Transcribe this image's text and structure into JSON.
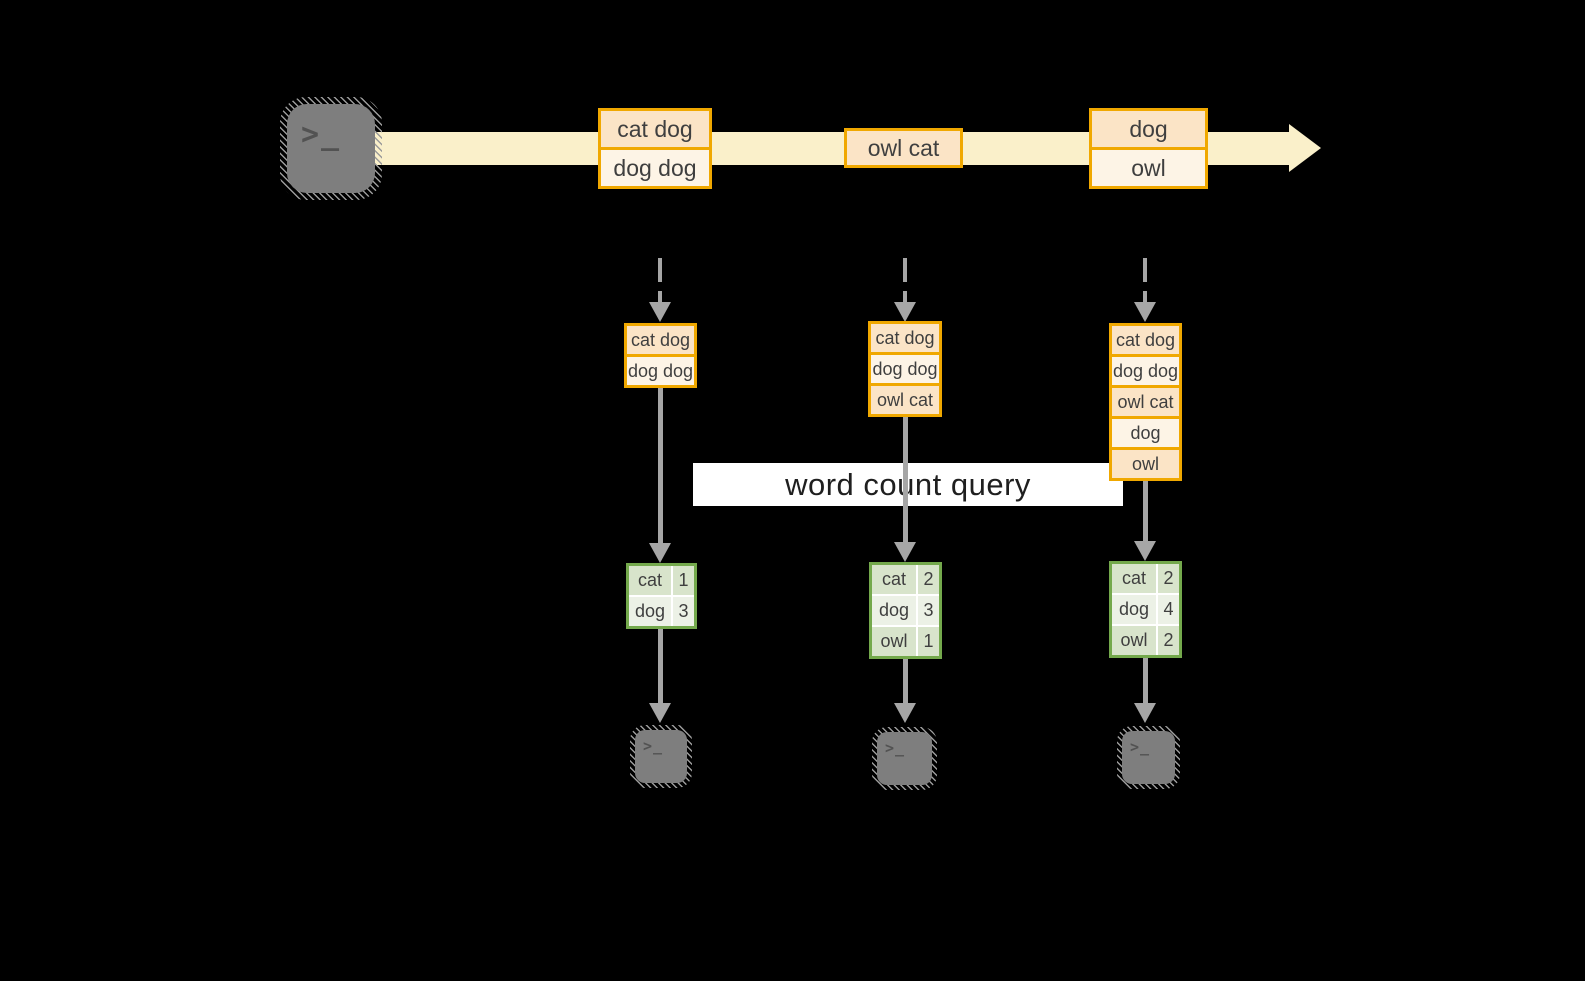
{
  "colors": {
    "canvas-bg": "#000000",
    "stream-fill": "#FAF0CA",
    "box-border": "#F0A800",
    "cell-peach": "#FBE4C6",
    "cell-cream": "#FDF4E6",
    "table-border": "#74A94C",
    "cell-green-dark": "#D8E4CB",
    "cell-green-light": "#ECF1E6",
    "arrow-gray": "#A6A6A6",
    "terminal-gray": "#7E7E7E",
    "terminal-glyph": "#525252",
    "text-dark": "#3F3F3F",
    "query-bg": "#FFFFFF",
    "query-text": "#1F1F1F"
  },
  "icons": {
    "terminal_glyph": ">_"
  },
  "query_label": "word count query",
  "stream": {
    "events": [
      {
        "lines": [
          "cat dog",
          "dog dog"
        ]
      },
      {
        "lines": [
          "owl cat"
        ]
      },
      {
        "lines": [
          "dog",
          "owl"
        ]
      }
    ]
  },
  "columns": [
    {
      "buffer": [
        "cat dog",
        "dog dog"
      ],
      "counts": [
        {
          "word": "cat",
          "count": "1"
        },
        {
          "word": "dog",
          "count": "3"
        }
      ]
    },
    {
      "buffer": [
        "cat dog",
        "dog dog",
        "owl cat"
      ],
      "counts": [
        {
          "word": "cat",
          "count": "2"
        },
        {
          "word": "dog",
          "count": "3"
        },
        {
          "word": "owl",
          "count": "1"
        }
      ]
    },
    {
      "buffer": [
        "cat dog",
        "dog dog",
        "owl cat",
        "dog",
        "owl"
      ],
      "counts": [
        {
          "word": "cat",
          "count": "2"
        },
        {
          "word": "dog",
          "count": "4"
        },
        {
          "word": "owl",
          "count": "2"
        }
      ]
    }
  ]
}
